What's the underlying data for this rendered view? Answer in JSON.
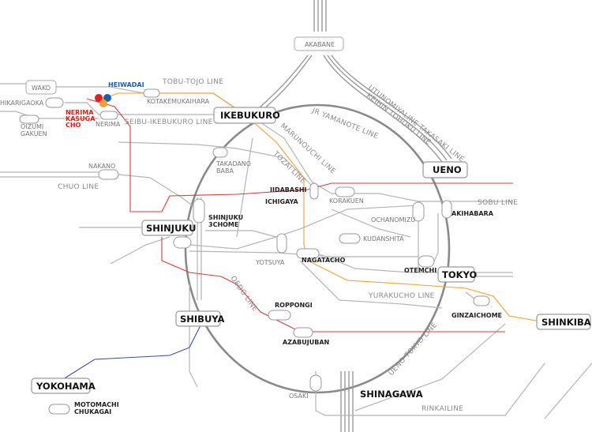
{
  "lines": {
    "tobu_tojo": "TOBU-TOJO LINE",
    "seibu_ikebukuro": "SEIBU-IKEBUKURO LINE",
    "jr_yamanote": "JR YAMANOTE LINE",
    "utsunomiya_takasaki": "UTUNOMIYALINE TAKASAKI LINE",
    "keihin_tohoku": "KEIHIN TOHOKU LINE",
    "marunouchi": "MARUNOUCHI LINE",
    "tozai": "TOZAI LINE",
    "chuo": "CHUO LINE",
    "sobu": "SOBU LINE",
    "oedo": "OEDO LINE",
    "yurakucho": "YURAKUCHO LINE",
    "ueno_tokyo": "UENO TOKYO LINE",
    "rinkai": "RINKAILINE"
  },
  "stations": {
    "akabane": "AKABANE",
    "wako": "WAKO",
    "heiwadai": "HEIWADAI",
    "hikarigaoka": "HIKARIGAOKA",
    "kotakemukaihara": "KOTAKEMUKAIHARA",
    "nerima_kasugacho": [
      "NERIMA",
      "KASUGA",
      "CHO"
    ],
    "nerima": "NERIMA",
    "oizumi_gakuen": [
      "OIZUMI",
      "GAKUEN"
    ],
    "ikebukuro": "IKEBUKURO",
    "ueno": "UENO",
    "nakano": "NAKANO",
    "takadanobaba": [
      "TAKADANO",
      "BABA"
    ],
    "iidabashi": "IIDABASHI",
    "korakuen": "KORAKUEN",
    "ichigaya": "ICHIGAYA",
    "ochanomizu": "OCHANOMIZU",
    "akihabara": "AKIHABARA",
    "shinjuku": "SHINJUKU",
    "shinjuku3chome": [
      "SHINJUKU",
      "3CHOME"
    ],
    "kudanshita": "KUDANSHITA",
    "yotsuya": "YOTSUYA",
    "nagatacho": "NAGATACHO",
    "otemachi": "OTEMCHI",
    "tokyo": "TOKYO",
    "roppongi": "ROPPONGI",
    "shibuya": "SHIBUYA",
    "ginzaichome": "GINZAICHOME",
    "shinkiba": "SHINKIBA",
    "azabujuban": "AZABUJUBAN",
    "yokohama": "YOKOHAMA",
    "motomachi_chukagai": [
      "MOTOMACHI",
      "CHUKAGAI"
    ],
    "osaki": "OSAKI",
    "shinagawa": "SHINAGAWA"
  },
  "colors": {
    "oedo": "#e03a3a",
    "heiwadai_label": "#1a5fb0",
    "nerima_kasugacho_label": "#e02020",
    "yurakucho": "#f0a030",
    "minatomirai": "#3a4ab0",
    "rail_grey": "#b5b5b5",
    "yamanote": "#8a8a8a",
    "dot_red": "#e02020",
    "dot_blue": "#1a5fb0",
    "dot_orange": "#f0a030"
  }
}
